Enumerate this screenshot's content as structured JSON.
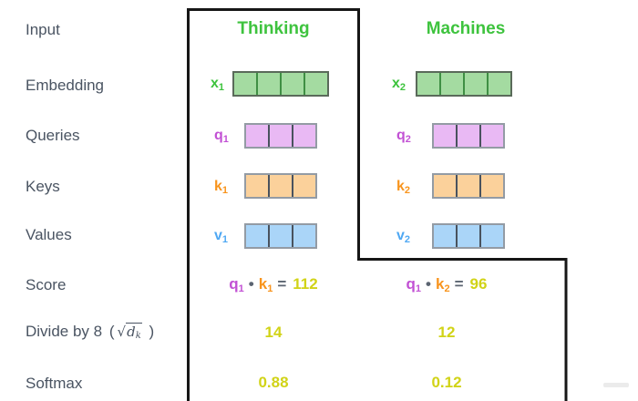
{
  "colors": {
    "label": "#4a5462",
    "green": "#3ec33e",
    "green_fill": "#a4dba1",
    "purple": "#c251d4",
    "purple_fill": "#e9b9f4",
    "orange": "#f8941d",
    "orange_fill": "#fbd19b",
    "blue": "#4fa8f3",
    "blue_fill": "#aad5f8",
    "yellow": "#d1d317",
    "operator": "#5b6471",
    "outline": "#161616"
  },
  "row_labels": {
    "input": "Input",
    "embedding": "Embedding",
    "queries": "Queries",
    "keys": "Keys",
    "values": "Values",
    "score": "Score",
    "divide_prefix": "Divide by 8",
    "divide_open_paren": "(",
    "sqrt_symbol": "√",
    "sqrt_arg_base": "d",
    "sqrt_arg_sub": "k",
    "divide_close_paren": ")",
    "softmax": "Softmax"
  },
  "columns": [
    {
      "header": "Thinking",
      "embedding": {
        "base": "x",
        "sub": "1",
        "cells": 4
      },
      "query": {
        "base": "q",
        "sub": "1",
        "cells": 3
      },
      "key": {
        "base": "k",
        "sub": "1",
        "cells": 3
      },
      "value": {
        "base": "v",
        "sub": "1",
        "cells": 3
      },
      "score": {
        "q_base": "q",
        "q_sub": "1",
        "dot": "•",
        "k_base": "k",
        "k_sub": "1",
        "equals": "=",
        "result": "112"
      },
      "divide_value": "14",
      "softmax_value": "0.88"
    },
    {
      "header": "Machines",
      "embedding": {
        "base": "x",
        "sub": "2",
        "cells": 4
      },
      "query": {
        "base": "q",
        "sub": "2",
        "cells": 3
      },
      "key": {
        "base": "k",
        "sub": "2",
        "cells": 3
      },
      "value": {
        "base": "v",
        "sub": "2",
        "cells": 3
      },
      "score": {
        "q_base": "q",
        "q_sub": "1",
        "dot": "•",
        "k_base": "k",
        "k_sub": "2",
        "equals": "=",
        "result": "96"
      },
      "divide_value": "12",
      "softmax_value": "0.12"
    }
  ]
}
